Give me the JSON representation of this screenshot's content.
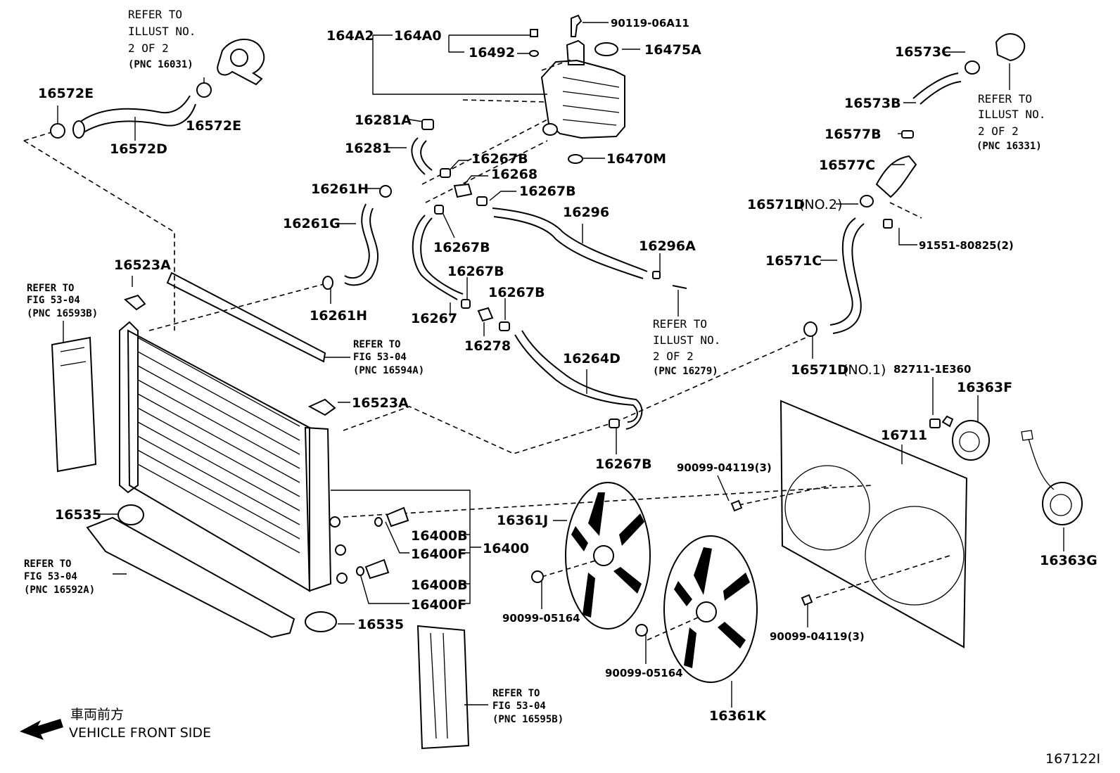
{
  "parts": {
    "p16572E_a": "16572E",
    "p16572E_b": "16572E",
    "p16572D": "16572D",
    "p164A2": "164A2",
    "p164A0": "164A0",
    "p16492": "16492",
    "p90119": "90119-06A11",
    "p16475A": "16475A",
    "p16281A": "16281A",
    "p16281": "16281",
    "p16470M": "16470M",
    "p16267B_1": "16267B",
    "p16268": "16268",
    "p16267B_2": "16267B",
    "p16261H_a": "16261H",
    "p16261G": "16261G",
    "p16267B_3": "16267B",
    "p16296": "16296",
    "p16296A": "16296A",
    "p16267B_4": "16267B",
    "p16267B_5": "16267B",
    "p16267": "16267",
    "p16278": "16278",
    "p16261H_b": "16261H",
    "p16523A_a": "16523A",
    "p16523A_b": "16523A",
    "p16264D": "16264D",
    "p16267B_6": "16267B",
    "p16573C": "16573C",
    "p16573B": "16573B",
    "p16577B": "16577B",
    "p16577C": "16577C",
    "p16571D_no2": "16571D",
    "p16571D_no2_suffix": "(NO.2)",
    "p91551": "91551-80825(2)",
    "p16571C": "16571C",
    "p16571D_no1": "16571D",
    "p16571D_no1_suffix": "(NO.1)",
    "p82711": "82711-1E360",
    "p16363F": "16363F",
    "p16711": "16711",
    "p90099_04119_a": "90099-04119(3)",
    "p16361J": "16361J",
    "p16400B_a": "16400B",
    "p16400F_a": "16400F",
    "p16400": "16400",
    "p16400B_b": "16400B",
    "p16400F_b": "16400F",
    "p16535_a": "16535",
    "p16535_b": "16535",
    "p90099_05164_a": "90099-05164",
    "p90099_05164_b": "90099-05164",
    "p16361K": "16361K",
    "p90099_04119_b": "90099-04119(3)",
    "p16363G": "16363G"
  },
  "refs": {
    "r16031": [
      "REFER TO",
      "ILLUST NO.",
      "2 OF 2",
      "(PNC 16031)"
    ],
    "r16331": [
      "REFER TO",
      "ILLUST NO.",
      "2 OF 2",
      "(PNC 16331)"
    ],
    "r16279": [
      "REFER TO",
      "ILLUST NO.",
      "2 OF 2",
      "(PNC 16279)"
    ],
    "r16593B": [
      "REFER TO",
      "FIG 53-04",
      "(PNC 16593B)"
    ],
    "r16594A": [
      "REFER TO",
      "FIG 53-04",
      "(PNC 16594A)"
    ],
    "r16592A": [
      "REFER TO",
      "FIG 53-04",
      "(PNC 16592A)"
    ],
    "r16595B": [
      "REFER TO",
      "FIG 53-04",
      "(PNC 16595B)"
    ]
  },
  "orientation": {
    "jp": "車両前方",
    "en": "VEHICLE FRONT SIDE"
  },
  "figure_id": "167122I"
}
